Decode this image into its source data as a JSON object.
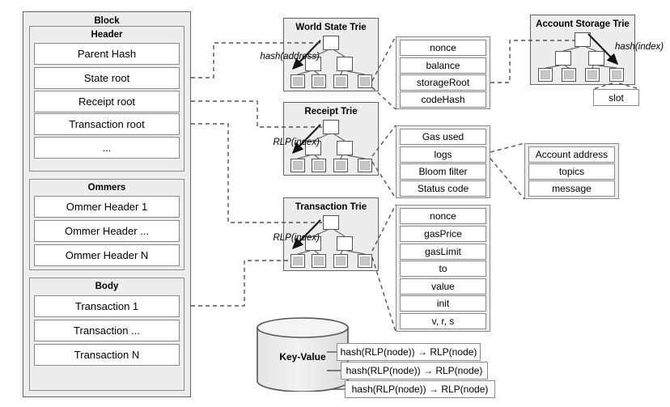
{
  "block": {
    "title": "Block",
    "header": {
      "title": "Header",
      "fields": [
        "Parent Hash",
        "State root",
        "Receipt root",
        "Transaction root",
        "..."
      ]
    },
    "ommers": {
      "title": "Ommers",
      "fields": [
        "Ommer Header 1",
        "Ommer Header ...",
        "Ommer Header N"
      ]
    },
    "body": {
      "title": "Body",
      "fields": [
        "Transaction 1",
        "Transaction ...",
        "Transaction N"
      ]
    }
  },
  "tries": {
    "world_state": {
      "title": "World State Trie",
      "edge_label": "hash(address)"
    },
    "receipt": {
      "title": "Receipt Trie",
      "edge_label": "RLP(index)"
    },
    "transaction": {
      "title": "Transaction Trie",
      "edge_label": "RLP(index)"
    },
    "account_storage": {
      "title": "Account Storage Trie",
      "edge_label": "hash(index)"
    }
  },
  "account_fields": [
    "nonce",
    "balance",
    "storageRoot",
    "codeHash"
  ],
  "storage_slot": "slot",
  "receipt_fields": [
    "Gas used",
    "logs",
    "Bloom filter",
    "Status code"
  ],
  "log_fields": [
    "Account address",
    "topics",
    "message"
  ],
  "transaction_fields": [
    "nonce",
    "gasPrice",
    "gasLimit",
    "to",
    "value",
    "init",
    "v, r, s"
  ],
  "database": {
    "label": "Key-Value",
    "rows": [
      "hash(RLP(node)) → RLP(node)",
      "hash(RLP(node)) → RLP(node)",
      "hash(RLP(node)) → RLP(node)"
    ]
  },
  "colors": {
    "panel_fill": "#ededed",
    "panel_stroke": "#666666",
    "field_stroke": "#8a8a8a",
    "leaf_fill": "#c6c6c6",
    "dash_stroke": "#555555"
  }
}
